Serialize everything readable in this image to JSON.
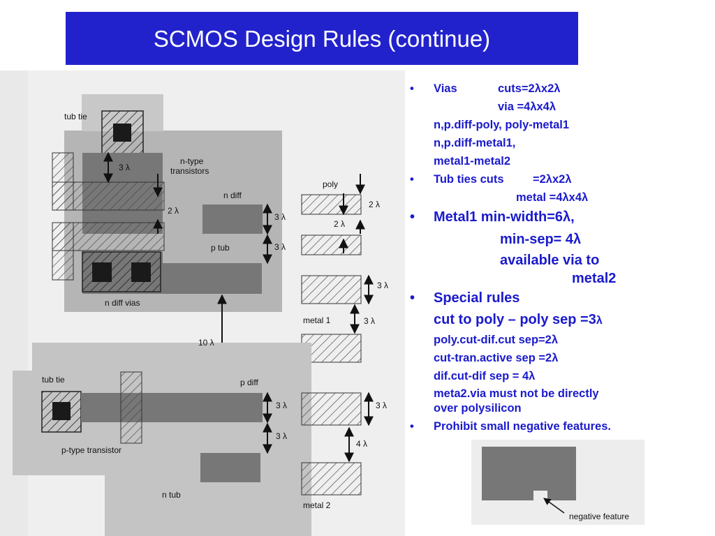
{
  "title": "SCMOS Design Rules (continue)",
  "colors": {
    "title_bg": "#2222cc",
    "title_text": "#ffffff",
    "bullet_text": "#1a1acc",
    "layer_gray": "#777777",
    "region_gray": "#b5b5b5",
    "cut_black": "#1a1a1a"
  },
  "bullets": {
    "vias_head": "Vias",
    "vias_cuts": "cuts=2λx2λ",
    "vias_via": "via  =4λx4λ",
    "vias_line3": "n,p.diff-poly, poly-metal1",
    "vias_line4": "n,p.diff-metal1,",
    "vias_line5": "metal1-metal2",
    "tub_head": "Tub ties cuts",
    "tub_cuts": "=2λx2λ",
    "tub_metal": "metal  =4λx4λ",
    "metal1_line1": "Metal1 min-width=6λ,",
    "metal1_line2": "min-sep= 4λ",
    "metal1_line3": "available via to",
    "metal1_line4": "metal2",
    "special_head": "Special rules",
    "special_line1": "cut to poly – poly sep =3",
    "special_lambda": "λ",
    "special_line2": "poly.cut-dif.cut sep=2λ",
    "special_line3": "cut-tran.active sep =2λ",
    "special_line4": "dif.cut-dif sep = 4λ",
    "special_line5": "meta2.via must not be directly",
    "special_line6": "over polysilicon",
    "prohibit": "Prohibit small negative features."
  },
  "figure": {
    "tub_tie_top": "tub tie",
    "n_type_line1": "n-type",
    "n_type_line2": "transistors",
    "dim_3l_a": "3 λ",
    "dim_2l_a": "2 λ",
    "n_diff": "n diff",
    "dim_3l_b": "3 λ",
    "dim_3l_c": "3 λ",
    "p_tub": "p tub",
    "n_diff_vias": "n diff vias",
    "poly": "poly",
    "dim_2l_b": "2 λ",
    "dim_2l_c": "2 λ",
    "dim_3l_d": "3 λ",
    "metal1": "metal 1",
    "dim_3l_e": "3 λ",
    "dim_10l": "10 λ",
    "tub_tie_bottom": "tub tie",
    "p_diff": "p diff",
    "dim_3l_f": "3 λ",
    "dim_3l_g": "3 λ",
    "dim_3l_h": "3 λ",
    "dim_4l": "4 λ",
    "p_type": "p-type transistor",
    "n_tub": "n tub",
    "metal2": "metal 2",
    "negative_feature": "negative feature"
  }
}
